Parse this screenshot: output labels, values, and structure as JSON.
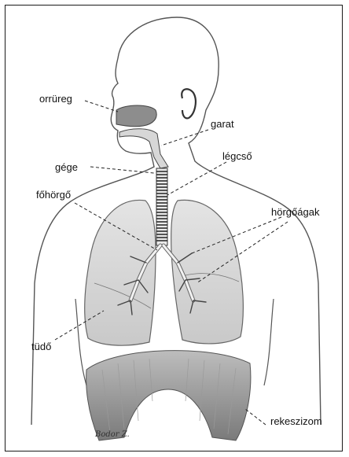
{
  "labels": {
    "nasal_cavity": "orrüreg",
    "pharynx": "garat",
    "larynx": "gége",
    "trachea": "légcső",
    "main_bronchus": "főhörgő",
    "bronchial_branches": "hörgőágak",
    "lungs": "tüdő",
    "diaphragm": "rekeszizom"
  },
  "signature": "Bodor Z."
}
